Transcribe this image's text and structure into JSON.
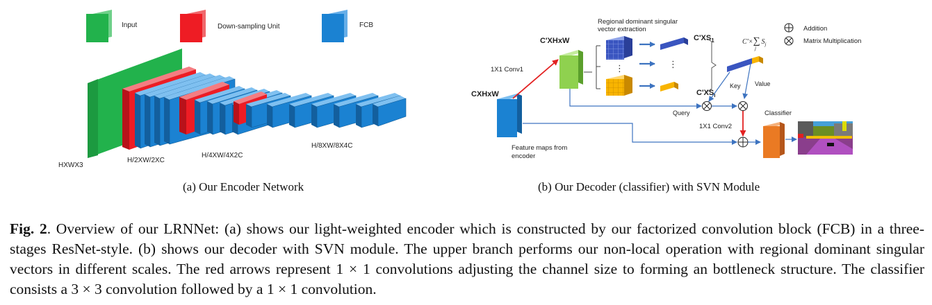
{
  "encoder": {
    "legend": {
      "input": "Input",
      "down": "Down-sampling Unit",
      "fcb": "FCB"
    },
    "labels": {
      "hxw3": "HXWX3",
      "h2": "H/2XW/2XC",
      "h4": "H/4XW/4X2C",
      "h8": "H/8XW/8X4C"
    },
    "caption": "(a) Our Encoder Network"
  },
  "decoder": {
    "regional": [
      "Regional dominant singular",
      "vector extraction"
    ],
    "cxhxw_prime": "C'XHxW",
    "conv1": "1X1 Conv1",
    "cxhxw": "CXHxW",
    "cxs1": "C'XS",
    "cxs1_sub": "1",
    "cxsi": "C'XS",
    "cxsi_sub": "i",
    "sum_prefix": "C'×",
    "sum_symbol": "∑",
    "sum_var": "S",
    "sum_var_sub": "j",
    "sum_index": "j",
    "dots": "⋮",
    "key": "Key",
    "value": "Value",
    "query": "Query",
    "conv2": "1X1 Conv2",
    "classifier": "Classifier",
    "feature": [
      "Feature maps from",
      "encoder"
    ],
    "legend": {
      "addition": "Addition",
      "matmul": "Matrix Multiplication"
    },
    "caption": "(b) Our Decoder (classifier) with SVN Module"
  },
  "figure_caption": {
    "label": "Fig. 2",
    "text": ". Overview of our LRNNet: (a) shows our light-weighted encoder which is constructed by our factorized convolution block (FCB) in a three-stages ResNet-style. (b) shows our decoder with SVN module. The upper branch performs our non-local operation with regional dominant singular vectors in different scales. The red arrows represent 1 × 1 convolutions adjusting the channel size to forming an bottleneck structure. The classifier consists a 3 × 3 convolution followed by a 1 × 1 convolution."
  },
  "colors": {
    "input": "#22b24c",
    "down": "#ee1c24",
    "fcb": "#1b82d2",
    "value_blue": "#3a55c0",
    "key_yellow": "#f8b400",
    "classifier": "#ea7a23",
    "arrow_blue": "#3d73c0",
    "arrow_red": "#e32222",
    "conv_green": "#8fd14f"
  }
}
